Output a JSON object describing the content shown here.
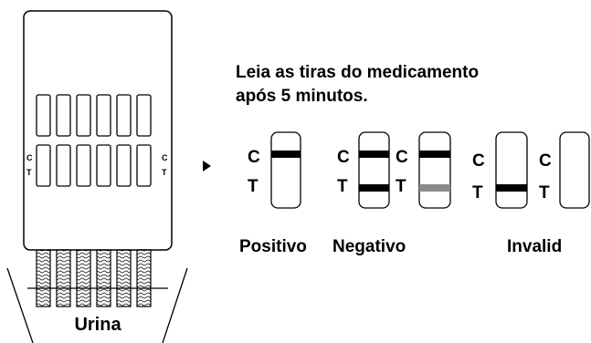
{
  "device": {
    "side_labels_left": {
      "c": "C",
      "t": "T"
    },
    "side_labels_right": {
      "c": "C",
      "t": "T"
    },
    "cup_label": "Urina"
  },
  "arrow_icon": "play-triangle-icon",
  "instruction": {
    "line1": "Leia as tiras do medicamento",
    "line2": "após 5 minutos."
  },
  "results": {
    "positive": {
      "label": "Positivo",
      "c": "C",
      "t": "T"
    },
    "negative": {
      "label": "Negativo",
      "strip1": {
        "c": "C",
        "t": "T"
      },
      "strip2": {
        "c": "C",
        "t": "T"
      }
    },
    "invalid": {
      "label": "Invalid",
      "strip1": {
        "c": "C",
        "t": "T"
      },
      "strip2": {
        "c": "C",
        "t": "T"
      }
    }
  },
  "colors": {
    "line": "#000000",
    "faint_line": "#8a8a8a",
    "background": "#ffffff"
  }
}
